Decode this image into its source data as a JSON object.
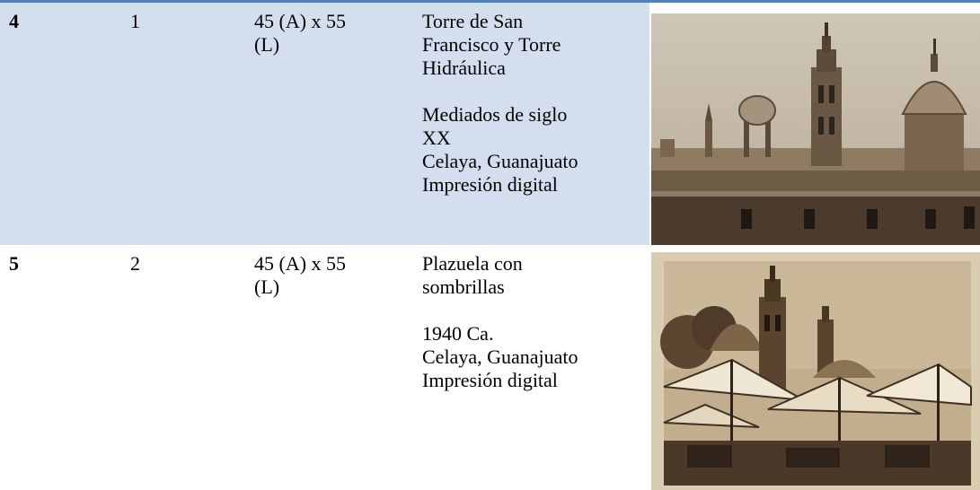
{
  "rows": [
    {
      "number": "4",
      "index": "1",
      "size_lines": [
        "45 (A) x 55",
        "(L)"
      ],
      "title_lines": [
        "Torre de San",
        "Francisco y Torre",
        "Hidráulica"
      ],
      "detail_lines": [
        "Mediados de siglo",
        "XX",
        "Celaya, Guanajuato",
        "Impresión digital"
      ],
      "photo_icon": "sepia-photo-towers-domes"
    },
    {
      "number": "5",
      "index": "2",
      "size_lines": [
        "45 (A) x 55",
        "(L)"
      ],
      "title_lines": [
        "Plazuela con",
        "sombrillas"
      ],
      "detail_lines": [
        "1940 Ca.",
        "Celaya, Guanajuato",
        "Impresión digital"
      ],
      "photo_icon": "sepia-photo-plaza-umbrellas"
    }
  ],
  "colors": {
    "row_shade": "#d3dfee",
    "top_rule": "#4f81bd",
    "sepia_light": "#c9b99a",
    "sepia_dark": "#3d3125"
  }
}
